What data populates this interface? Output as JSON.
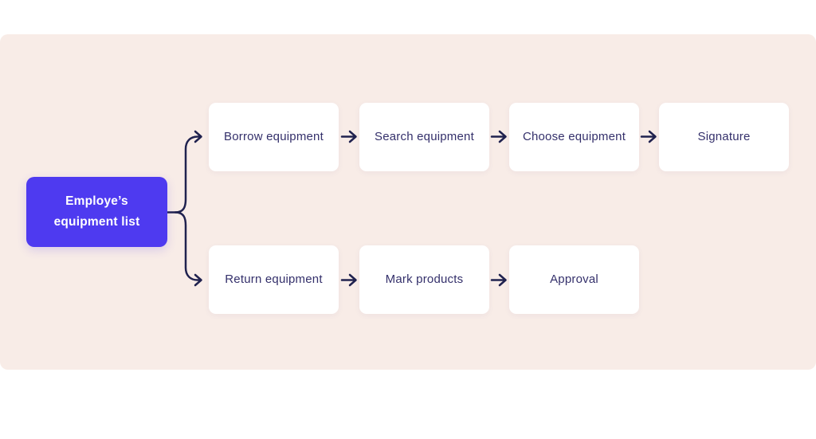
{
  "palette": {
    "page_bg": "#ffffff",
    "canvas_bg": "#f8ece7",
    "root_node_bg": "#4e3af0",
    "root_node_text": "#ffffff",
    "task_node_bg": "#ffffff",
    "task_node_text": "#34306b",
    "connector": "#20224f"
  },
  "diagram": {
    "root": {
      "label": "Employe’s equipment list"
    },
    "branches": [
      {
        "name": "borrow-flow",
        "nodes": [
          {
            "label": "Borrow equipment"
          },
          {
            "label": "Search equipment"
          },
          {
            "label": "Choose equipment"
          },
          {
            "label": "Signature"
          }
        ]
      },
      {
        "name": "return-flow",
        "nodes": [
          {
            "label": "Return equipment"
          },
          {
            "label": "Mark products"
          },
          {
            "label": "Approval"
          }
        ]
      }
    ]
  }
}
